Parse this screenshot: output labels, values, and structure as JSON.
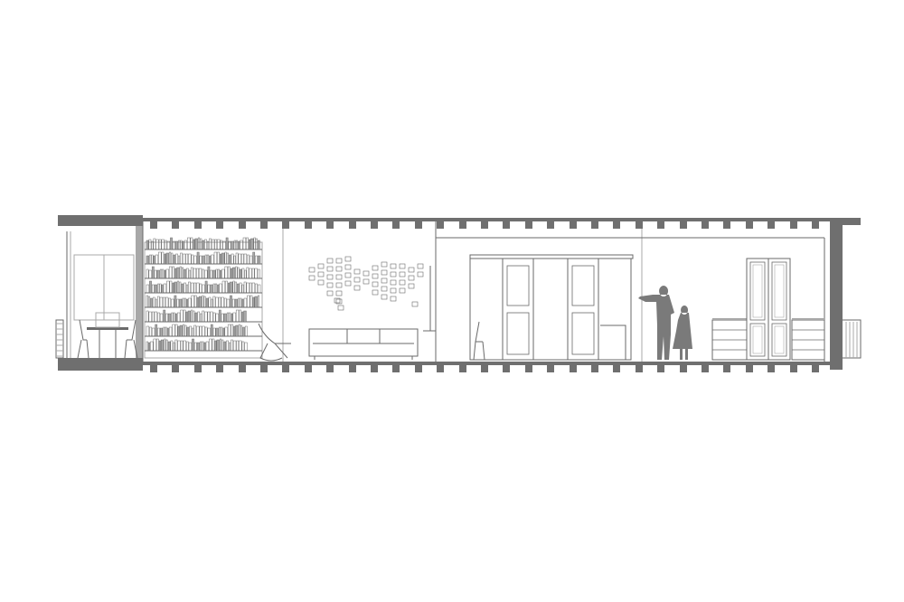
{
  "drawing": {
    "type": "architectural-section",
    "palette": {
      "line": "#6a6a6a",
      "light_line": "#a8a8a8",
      "solid": "#6f6f6f",
      "silhouette": "#7a7a7a",
      "background": "#ffffff"
    },
    "elements": [
      "floor-slab",
      "ceiling-slab",
      "ceiling-joists",
      "floor-joists",
      "balcony-left",
      "dining-table",
      "dining-chairs",
      "bookshelf",
      "lounge-chair",
      "world-map-wall-art",
      "sofa",
      "partition-wall",
      "sliding-wardrobe-doors",
      "chair-mid",
      "adult-silhouette",
      "child-silhouette",
      "chest-of-drawers",
      "double-door",
      "balcony-right"
    ]
  }
}
